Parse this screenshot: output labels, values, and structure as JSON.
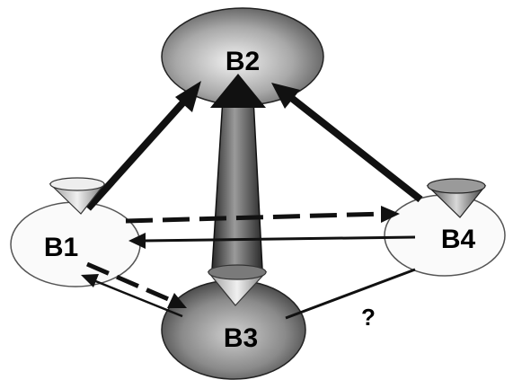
{
  "nodes": {
    "b1": {
      "label": "B1"
    },
    "b2": {
      "label": "B2"
    },
    "b3": {
      "label": "B3"
    },
    "b4": {
      "label": "B4"
    }
  },
  "annotations": {
    "unknown_link": "?"
  }
}
